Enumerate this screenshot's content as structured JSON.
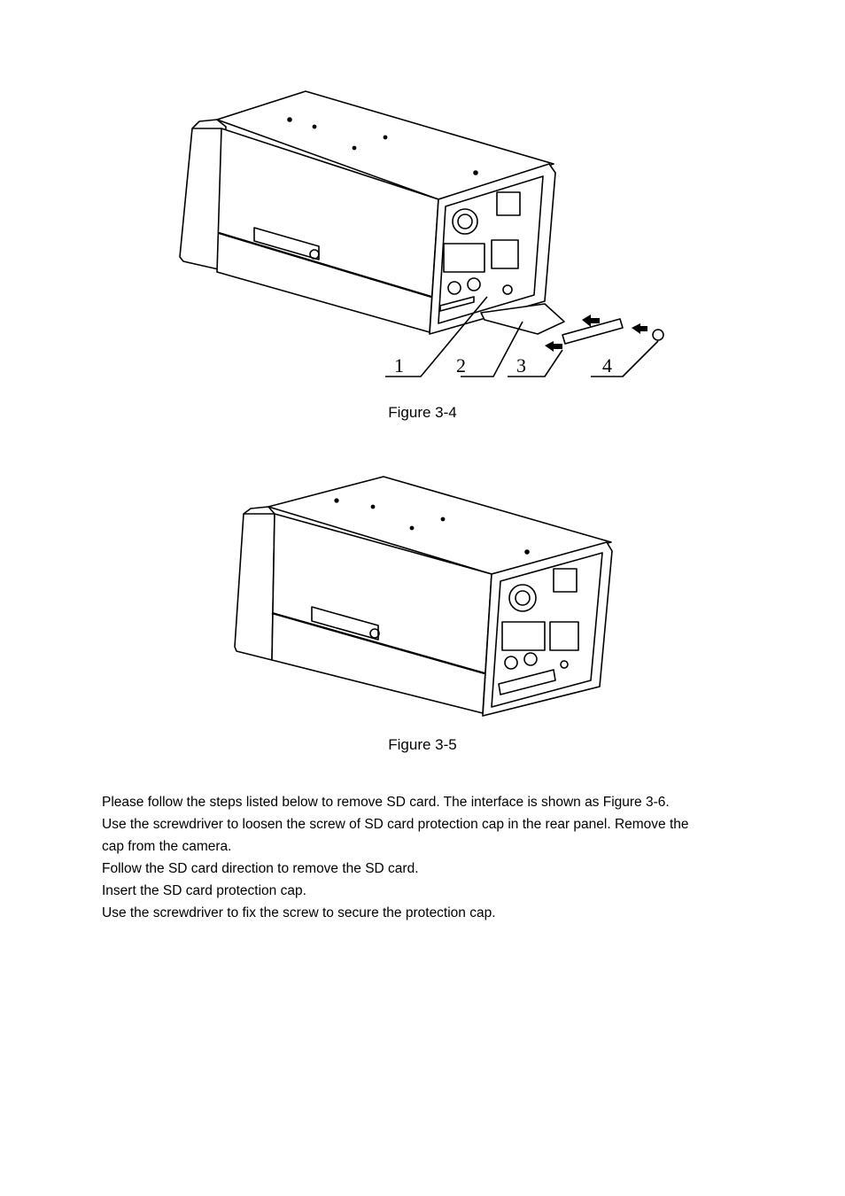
{
  "figures": [
    {
      "caption": "Figure 3-4",
      "callouts": [
        "1",
        "2",
        "3",
        "4"
      ]
    },
    {
      "caption": "Figure 3-5"
    }
  ],
  "instructions": {
    "lines": [
      "Please follow the steps listed below to remove SD card. The interface is shown as Figure 3-6.",
      "Use the screwdriver to loosen the screw of SD card protection cap in the rear panel. Remove the",
      "cap from the camera.",
      "Follow the SD card direction to remove the SD card.",
      "Insert the SD card protection cap.",
      "Use the screwdriver to fix the screw to secure the protection cap."
    ]
  }
}
